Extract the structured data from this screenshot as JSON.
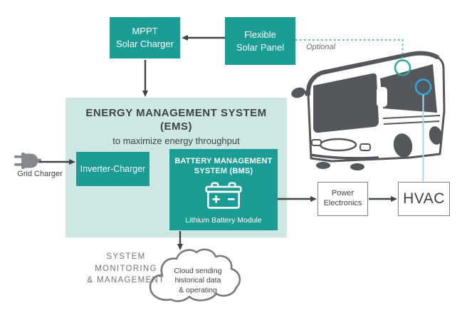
{
  "diagram": {
    "mppt_box": {
      "line1": "MPPT",
      "line2": "Solar Charger"
    },
    "flexible_box": {
      "line1": "Flexible",
      "line2": "Solar Panel"
    },
    "optional_label": "Optional",
    "ems": {
      "title": "ENERGY MANAGEMENT SYSTEM",
      "acronym": "(EMS)",
      "tagline": "to maximize energy throughput"
    },
    "inverter_box": {
      "label": "Inverter-Charger"
    },
    "bms_box": {
      "title_line1": "BATTERY MANAGEMENT",
      "title_line2": "SYSTEM (BMS)",
      "module_label": "Lithium Battery Module"
    },
    "grid_charger_label": "Grid Charger",
    "power_electronics_box": {
      "line1": "Power",
      "line2": "Electronics"
    },
    "hvac_box": {
      "label": "HVAC"
    },
    "monitoring_label": {
      "line1": "SYSTEM MONITORING",
      "line2": "& MANAGEMENT"
    },
    "cloud": {
      "line1": "Cloud sending",
      "line2": "historical data",
      "line3": "& operating"
    }
  },
  "colors": {
    "teal": "#1b9c94",
    "ems_background": "#cee7e3",
    "dark_text": "#3e4347",
    "gray_text": "#707275",
    "arrow": "#3f4247",
    "box_border": "#7d8084",
    "bus_gray": "#54575c",
    "optional_dash_teal": "#55b9b1",
    "spot_circle_teal": "#2aa79e",
    "spot_circle_blue": "#29abe2",
    "hvac_feed_line_blue": "#a6d9f0"
  }
}
